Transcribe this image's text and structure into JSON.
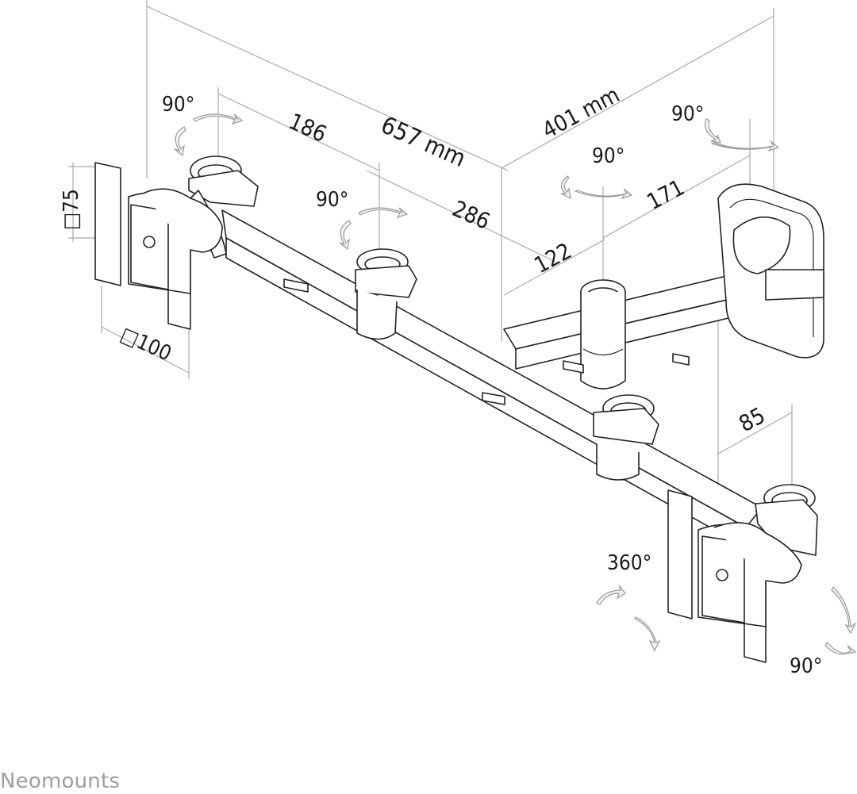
{
  "brand": "Neomounts",
  "labels": {
    "tilt_left": "90°",
    "seg_186": "186",
    "total_width": "657 mm",
    "depth": "401 mm",
    "tilt_right": "90°",
    "pivot_center": "90°",
    "seg_171": "171",
    "pivot_left_mid": "90°",
    "seg_286": "286",
    "seg_122": "122",
    "vesa_75": "□75",
    "vesa_100": "□100",
    "seg_85": "85",
    "rotate_360": "360°",
    "tilt_bottom": "90°"
  }
}
